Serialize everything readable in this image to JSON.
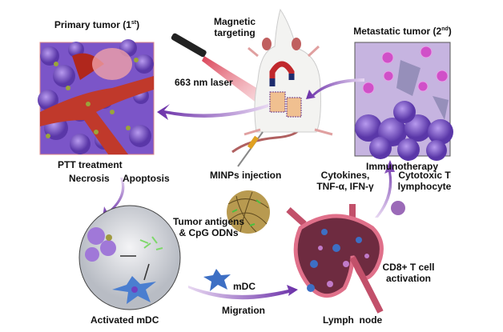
{
  "primary": {
    "title": "Primary tumor (1",
    "sup": "st",
    "close": ")",
    "caption": "PTT treatment"
  },
  "magnetic": {
    "line1": "Magnetic",
    "line2": "targeting"
  },
  "laser": "663 nm laser",
  "injection": "MINPs injection",
  "metastatic": {
    "title": "Metastatic tumor (2",
    "sup": "nd",
    "close": ")",
    "caption": "Immunotherapy"
  },
  "necrosis": "Necrosis",
  "apoptosis": "Apoptosis",
  "antigens": {
    "line1": "Tumor antigens",
    "line2": "& CpG ODNs"
  },
  "activated": "Activated mDC",
  "mdc": "mDC",
  "migration": "Migration",
  "cytokines": {
    "line1": "Cytokines,",
    "line2": "TNF-α, IFN-γ"
  },
  "ctl": {
    "line1": "Cytotoxic T",
    "line2": "lymphocyte"
  },
  "cd8": {
    "line1": "CD8+ T cell",
    "line2": "activation"
  },
  "lymph": "Lymph  node",
  "colors": {
    "arrow": "#7a3fb0",
    "tumor": "#8a5fd6",
    "vessel": "#c0392b",
    "node": "#c2506a",
    "dc": "#3d6fc4"
  }
}
